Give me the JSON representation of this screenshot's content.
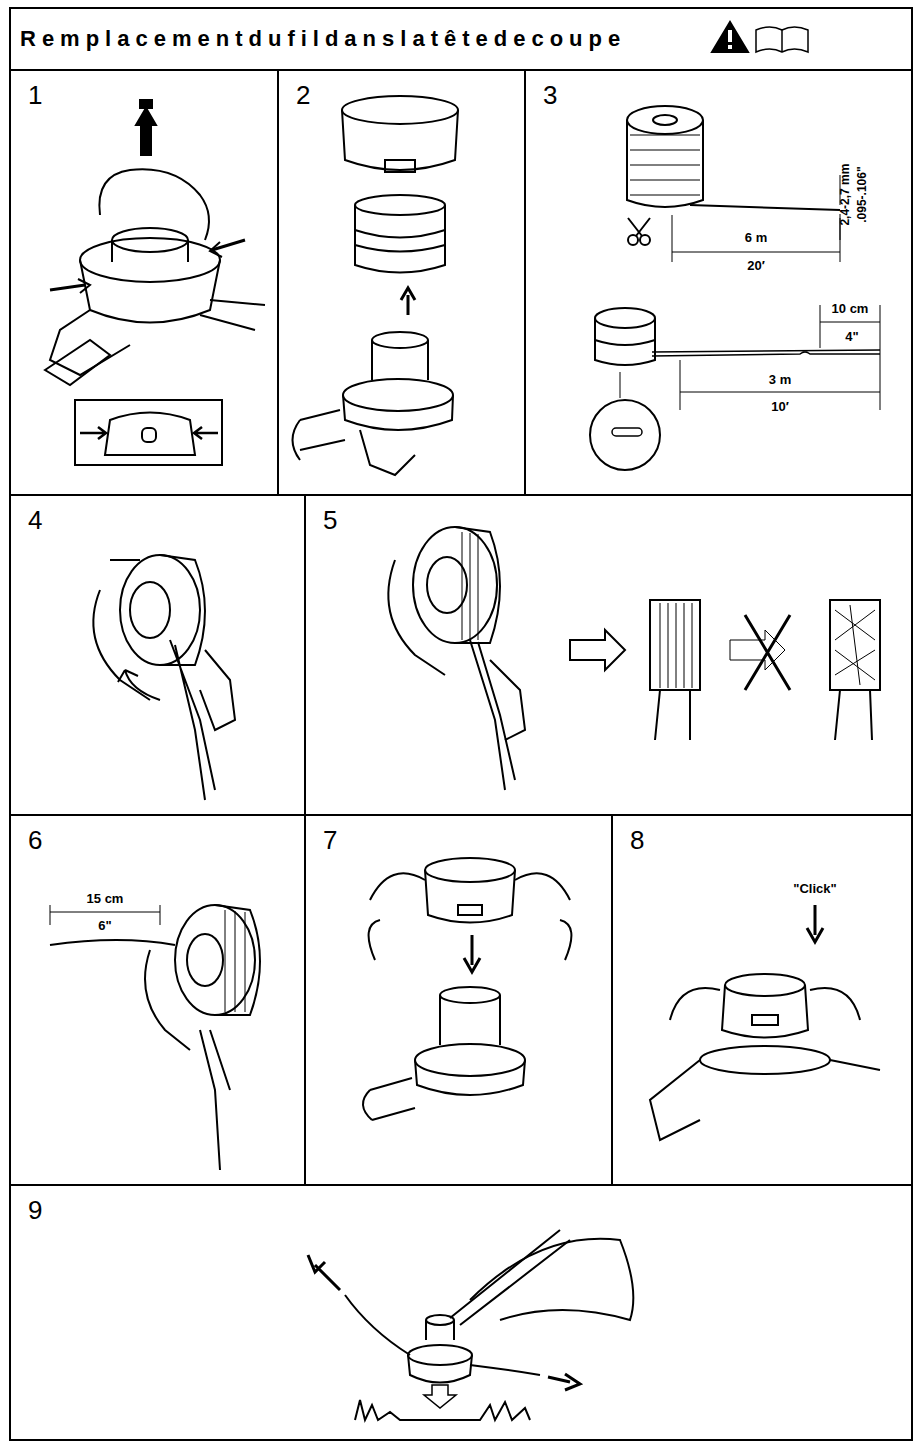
{
  "diagram": {
    "title": "Remplacementdufildanslatêtedecoupe",
    "nodes": [
      {
        "text": [
          "1"
        ]
      },
      {
        "text": [
          "2"
        ]
      },
      {
        "text": [
          "3"
        ]
      },
      {
        "text": [
          "4"
        ]
      },
      {
        "text": [
          "5"
        ]
      },
      {
        "text": [
          "6"
        ]
      },
      {
        "text": [
          "7"
        ]
      },
      {
        "text": [
          "8"
        ]
      },
      {
        "text": [
          "9"
        ]
      }
    ],
    "labels": [
      "2,4-2,7 mm",
      ".095-.106\"",
      "6 m",
      "20′",
      "10 cm",
      "4\"",
      "3 m",
      "10′",
      "15 cm",
      "6\"",
      "\"Click\""
    ]
  }
}
